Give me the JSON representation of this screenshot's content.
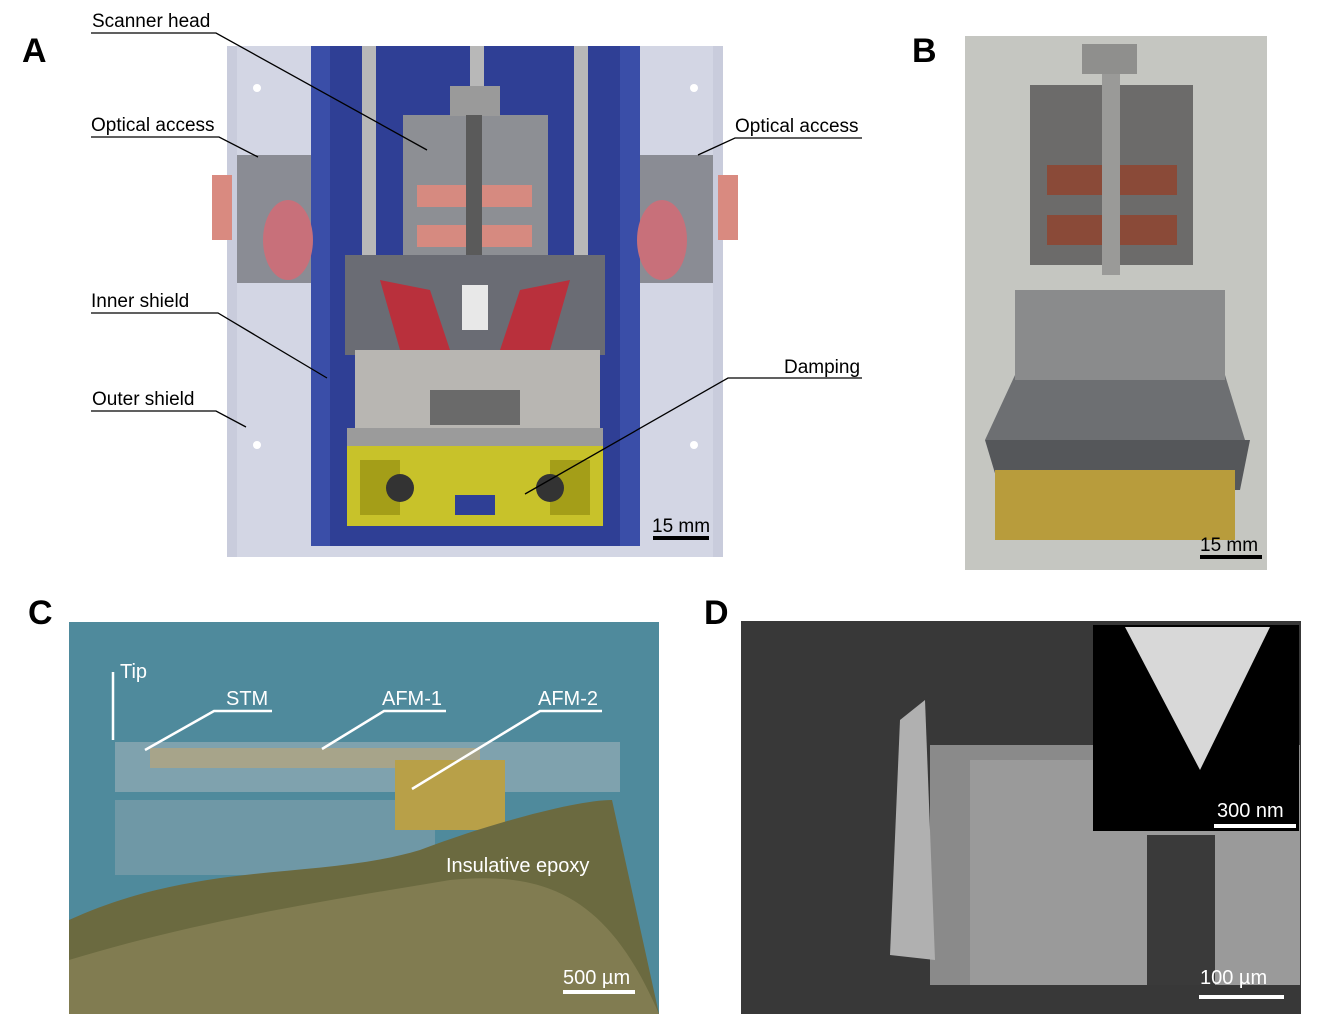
{
  "panels": {
    "a": {
      "letter": "A",
      "labels": {
        "scanner_head": "Scanner head",
        "optical_access_left": "Optical access",
        "optical_access_right": "Optical access",
        "inner_shield": "Inner shield",
        "outer_shield": "Outer shield",
        "damping": "Damping"
      },
      "scale_bar": "15 mm"
    },
    "b": {
      "letter": "B",
      "scale_bar": "15 mm"
    },
    "c": {
      "letter": "C",
      "labels": {
        "tip": "Tip",
        "stm": "STM",
        "afm1": "AFM-1",
        "afm2": "AFM-2",
        "epoxy": "Insulative epoxy"
      },
      "scale_bar": "500 µm"
    },
    "d": {
      "letter": "D",
      "scale_bar": "100 µm",
      "inset_scale_bar": "300 nm"
    }
  }
}
